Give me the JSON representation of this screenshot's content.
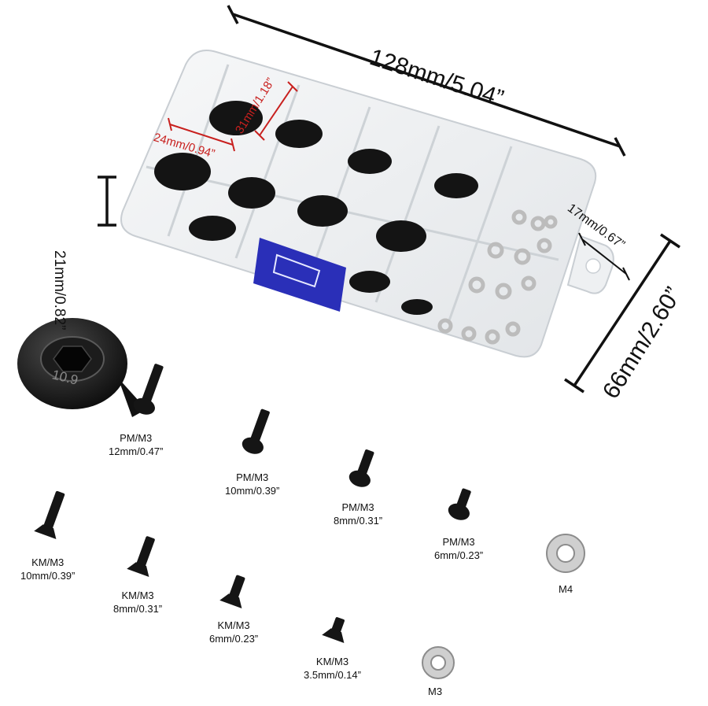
{
  "product": {
    "dimensions": {
      "length": "128mm/5.04”",
      "width": "66mm/2.60”",
      "height": "21mm/0.82”",
      "tab": "17mm/0.67”",
      "compartment_width": "24mm/0.94”",
      "compartment_length": "31mm/1.18”"
    },
    "closeup_marking": "10.9",
    "items": [
      {
        "type": "PM/M3",
        "size": "12mm/0.47”"
      },
      {
        "type": "PM/M3",
        "size": "10mm/0.39”"
      },
      {
        "type": "PM/M3",
        "size": "8mm/0.31”"
      },
      {
        "type": "PM/M3",
        "size": "6mm/0.23”"
      },
      {
        "type": "KM/M3",
        "size": "10mm/0.39”"
      },
      {
        "type": "KM/M3",
        "size": "8mm/0.31”"
      },
      {
        "type": "KM/M3",
        "size": "6mm/0.23”"
      },
      {
        "type": "KM/M3",
        "size": "3.5mm/0.14”"
      }
    ],
    "washers": [
      {
        "type": "M4"
      },
      {
        "type": "M3"
      }
    ],
    "colors": {
      "screw": "#151515",
      "latch": "#2a2fb8",
      "washer": "#c9c9c9",
      "box": "#eef0f2",
      "red_dimension": "#c8201e"
    }
  }
}
